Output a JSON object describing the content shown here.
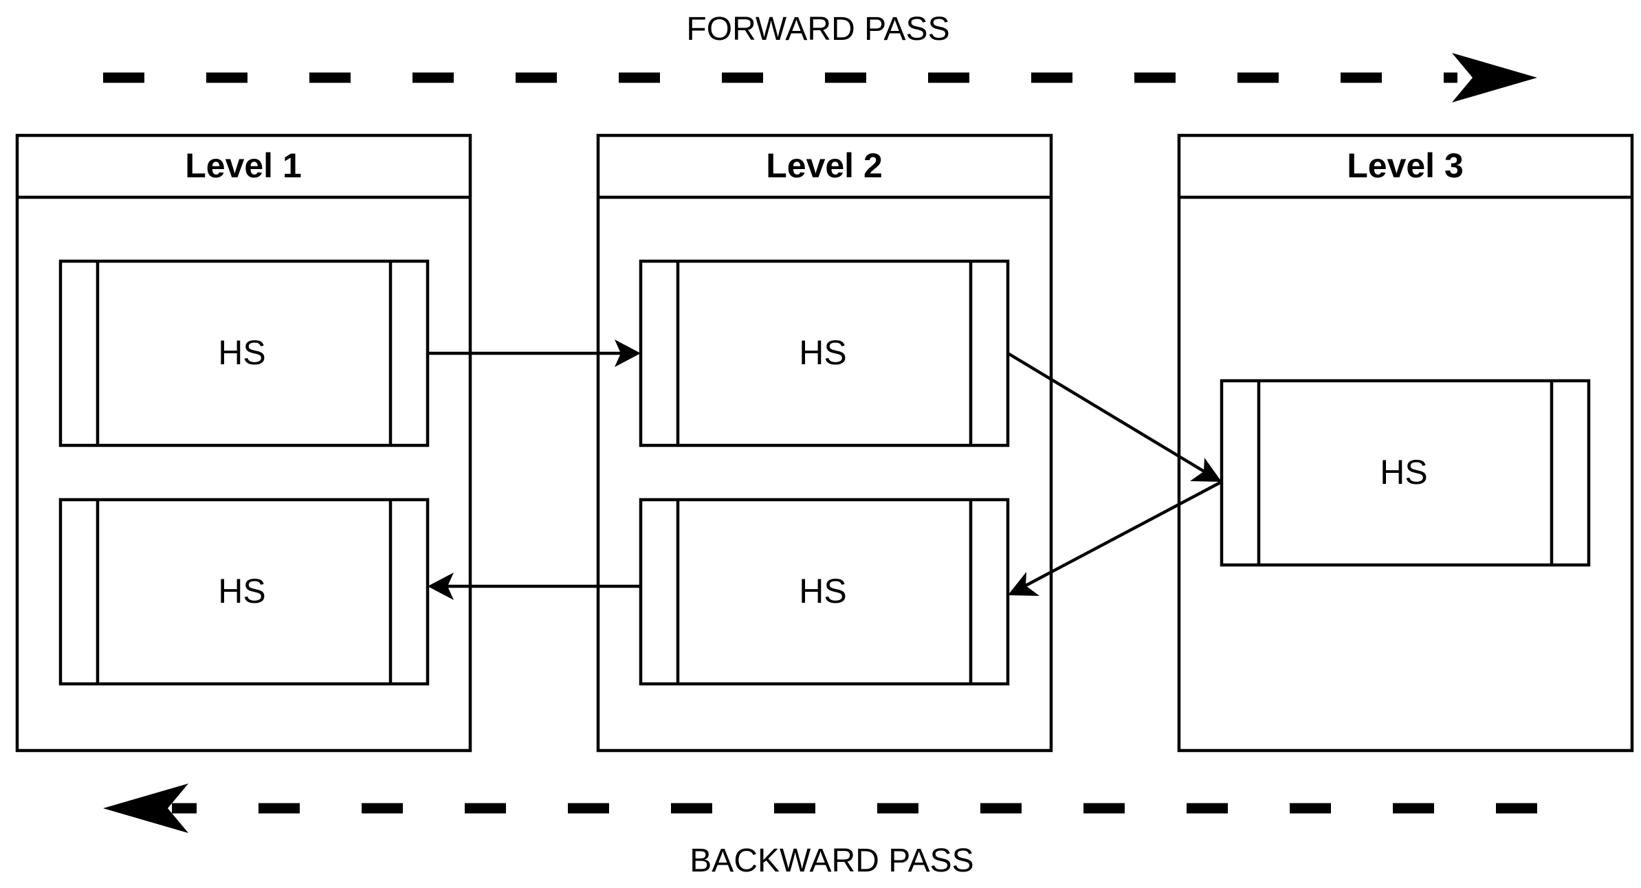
{
  "forward_pass": {
    "label": "FORWARD PASS",
    "direction": "left-to-right"
  },
  "backward_pass": {
    "label": "BACKWARD PASS",
    "direction": "right-to-left"
  },
  "levels": [
    {
      "title": "Level 1",
      "blocks": [
        "HS",
        "HS"
      ]
    },
    {
      "title": "Level 2",
      "blocks": [
        "HS",
        "HS"
      ]
    },
    {
      "title": "Level 3",
      "blocks": [
        "HS"
      ]
    }
  ],
  "connections": [
    {
      "from": "level-1-top-hs",
      "to": "level-2-top-hs"
    },
    {
      "from": "level-2-top-hs",
      "to": "level-3-hs"
    },
    {
      "from": "level-3-hs",
      "to": "level-2-bottom-hs"
    },
    {
      "from": "level-2-bottom-hs",
      "to": "level-1-bottom-hs"
    }
  ],
  "colors": {
    "stroke": "#000000",
    "background": "#ffffff"
  }
}
